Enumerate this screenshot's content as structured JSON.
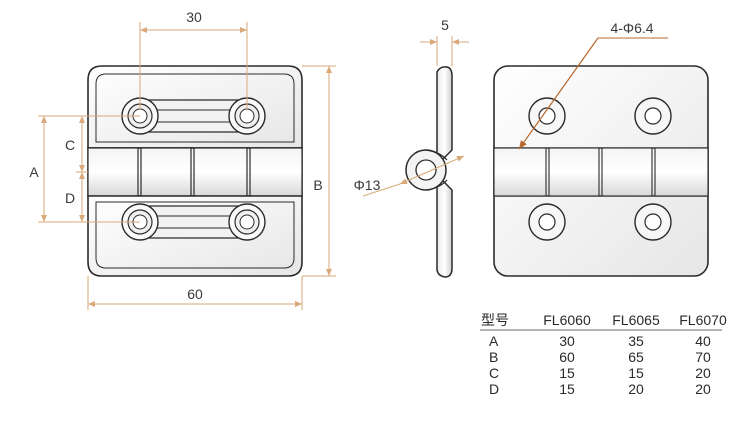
{
  "colors": {
    "outline": "#2b2b2b",
    "dimension": "#d9a97a",
    "leader": "#b7672c",
    "text": "#3a3a3a"
  },
  "front_view": {
    "width_label": "60",
    "hole_spacing_label": "30",
    "height_label": "B",
    "overall_label": "A",
    "upper_label": "C",
    "lower_label": "D"
  },
  "side_view": {
    "thickness_label": "5",
    "pin_label": "Φ13"
  },
  "back_view": {
    "hole_label": "4-Φ6.4"
  },
  "spec_table": {
    "columns": [
      "型号",
      "FL6060",
      "FL6065",
      "FL6070"
    ],
    "rows": [
      [
        "A",
        "30",
        "35",
        "40"
      ],
      [
        "B",
        "60",
        "65",
        "70"
      ],
      [
        "C",
        "15",
        "15",
        "20"
      ],
      [
        "D",
        "15",
        "20",
        "20"
      ]
    ]
  }
}
